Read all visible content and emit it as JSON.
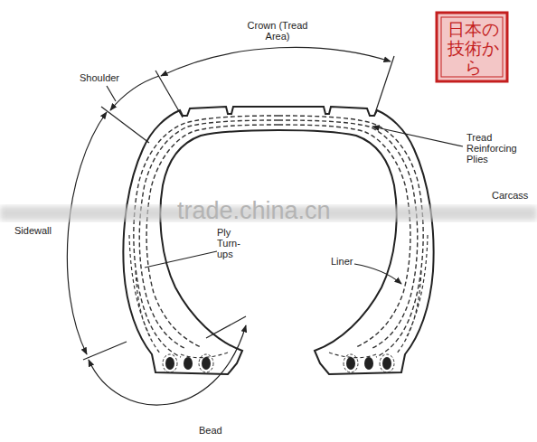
{
  "diagram": {
    "labels": [
      "Crown (Tread Area)",
      "Shoulder",
      "Tread Reinforcing Plies",
      "Carcass",
      "Sidewall",
      "Ply Turn-ups",
      "Liner",
      "Bead",
      "trade.china.cn",
      "日本の技術から"
    ]
  }
}
